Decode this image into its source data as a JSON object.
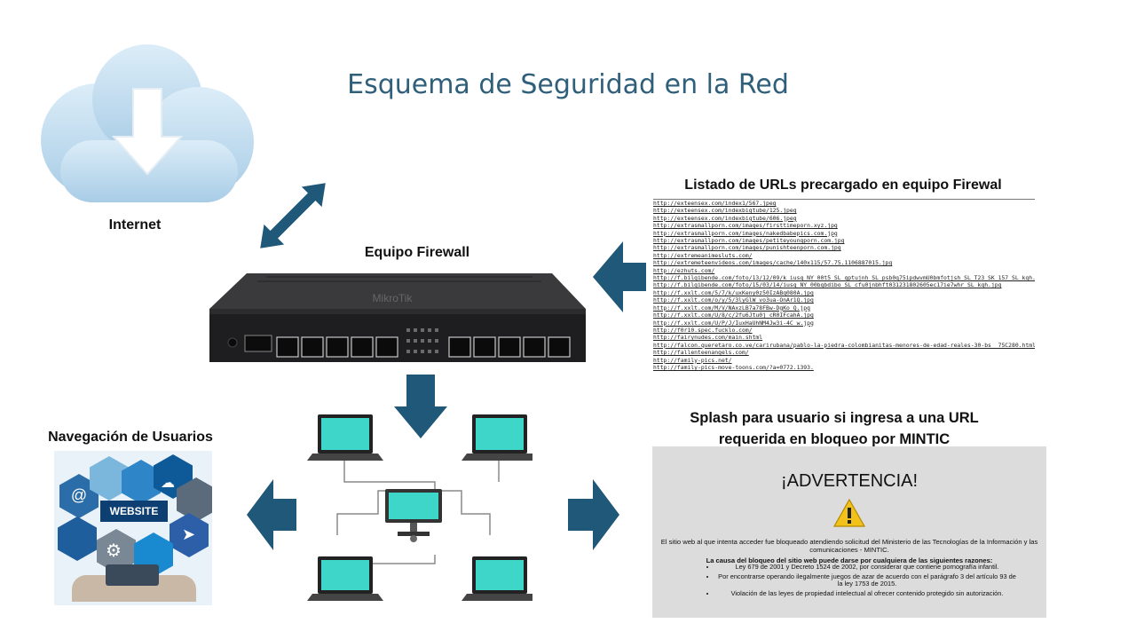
{
  "title": "Esquema de Seguridad en la Red",
  "labels": {
    "internet": "Internet",
    "firewall": "Equipo Firewall",
    "url_list_title": "Listado de URLs precargado en equipo Firewal",
    "navigation": "Navegación de Usuarios",
    "splash_line1": "Splash para usuario si ingresa a una URL",
    "splash_line2": "requerida en bloqueo por MINTIC"
  },
  "router": {
    "brand": "MikroTik"
  },
  "website_badge": "WEBSITE",
  "urls": [
    "http://exteensex.com/index1/567.jpeg",
    "http://exteensex.com/indexbigtube/125.jpeg",
    "http://exteensex.com/indexbigtube/606.jpeg",
    "http://extrasmallporn.com/images/firsttimeporn.xyz.jpg",
    "http://extrasmallporn.com/images/nakedbabepics.com.jpg",
    "http://extrasmallporn.com/images/petiteyoungporn.com.jpg",
    "http://extrasmallporn.com/images/punishteenporn.com.jpg",
    "http://extremeanimesluts.com/",
    "http://extremeteenvideos.com/images/cache/140x115/57.75.1106887015.jpg",
    "http://ezhuts.com/",
    "http://f.bilgibende.com/foto/13/12/09/k_iusq_NY_00t5_SL_qptujnh_SL_psb0q75ipdwvmU0bmfotjsh_SL_T23_SK_157_SL_kqh.jpg",
    "http://f.bilgibende.com/foto/15/03/14/iusq_NY_00bqbdibo_SL_cfu0jnbhft031231802605ec17ie7whr_SL_kqh.jpg",
    "http://f.xxlt.com/5/7/k/uxKeny0z50IzABq080A.jpg",
    "http://f.xxlt.com/o/y/5/3lyGlW_vo3ua-OnAr1Q.jpg",
    "http://f.xxlt.com/M/V/NAxzLB7a78FBw-DgKo_Q.jpg",
    "http://f.xxlt.com/U/8/c/2fu6Jtu0j_cR0IFcahA.jpg",
    "http://f.xxlt.com/U/P/J/IuxHaUhNM4Jw3i-4C_w.jpg",
    "http://f0r10.spec.fucklo.com/",
    "http://fairynudes.com/main.shtml",
    "http://falcon.queretaro.co.ve/carirubana/pablo-la-piedra-colombianitas-menores-de-edad-reales-30-bs__75C280.html",
    "http://fallenteenangels.com/",
    "http://family-pics.net/",
    "http://family-pics-move-toons.com/?a=0772.1393."
  ],
  "splash": {
    "heading": "¡ADVERTENCIA!",
    "body": "El sitio web al que intenta acceder fue bloqueado atendiendo solicitud del Ministerio de las Tecnologías de la Información y las comunicaciones - MINTIC.",
    "reasons_title": "La causa del bloqueo del sitio web puede darse por cualquiera de las siguientes razones:",
    "reasons": [
      "Ley 679 de 2001 y Decreto 1524 de 2002, por considerar que contiene pornografía infantil.",
      "Por encontrarse operando ilegalmente juegos de azar de acuerdo con el parágrafo 3 del artículo 93 de la ley 1753 de 2015.",
      "Violación de las leyes de propiedad intelectual al ofrecer contenido protegido sin autorización."
    ]
  },
  "colors": {
    "title": "#2f5f7a",
    "arrow": "#1f5878",
    "screen": "#3ed6c8",
    "cloud": "#b8d8ee",
    "splash_bg": "#dcdcdc",
    "warning": "#f2c21b"
  }
}
